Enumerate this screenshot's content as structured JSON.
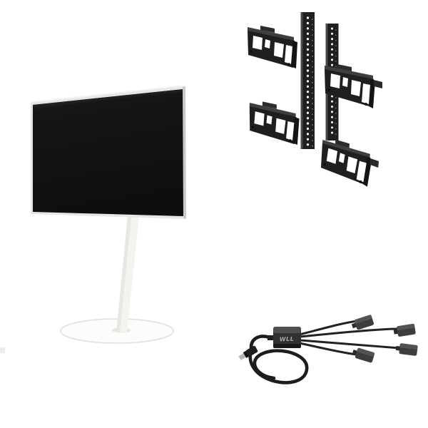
{
  "meta": {
    "type": "product-photo",
    "background_color": "#ffffff"
  },
  "products": {
    "tv_stand": {
      "name": "flat-screen TV on white pedestal floor stand",
      "screen_color": "#131313",
      "screen_top_sheen": "#242424",
      "frame_color": "#e6e6e4",
      "frame_highlight": "#f3f3f1",
      "pole_color": "#f3f3f0",
      "pole_shade": "#e3e3e0",
      "base_color": "#fcfcfb",
      "base_edge_color": "#dedddb"
    },
    "mount_kit": {
      "name": "vertical mounting rails with four bracket arms",
      "metal_dark": "#1f1f1f",
      "metal_flange": "#3e3e3e",
      "metal_bevel": "#4a4a4a",
      "metal_cap": "#141414",
      "hole_bright": "#fdfdfd",
      "hole_dim": "#6b6b6b",
      "cutout_color": "#ffffff"
    },
    "cable_kit": {
      "name": "four-way splitter cable with coiled lead and plug",
      "cable_color": "#222222",
      "loop_color": "#1d1d1d",
      "connector_color": "#3d3d3d",
      "connector_highlight": "#575757",
      "box_color": "#313131",
      "box_top": "#4f4f4f",
      "box_label": "WLL",
      "label_color": "#a8a8a8",
      "plug_tip_color": "#b5b5b5",
      "plug_body_color": "#1e1e1e"
    }
  },
  "artifact": {
    "name": "left-edge gray mark",
    "color": "#ececec"
  }
}
